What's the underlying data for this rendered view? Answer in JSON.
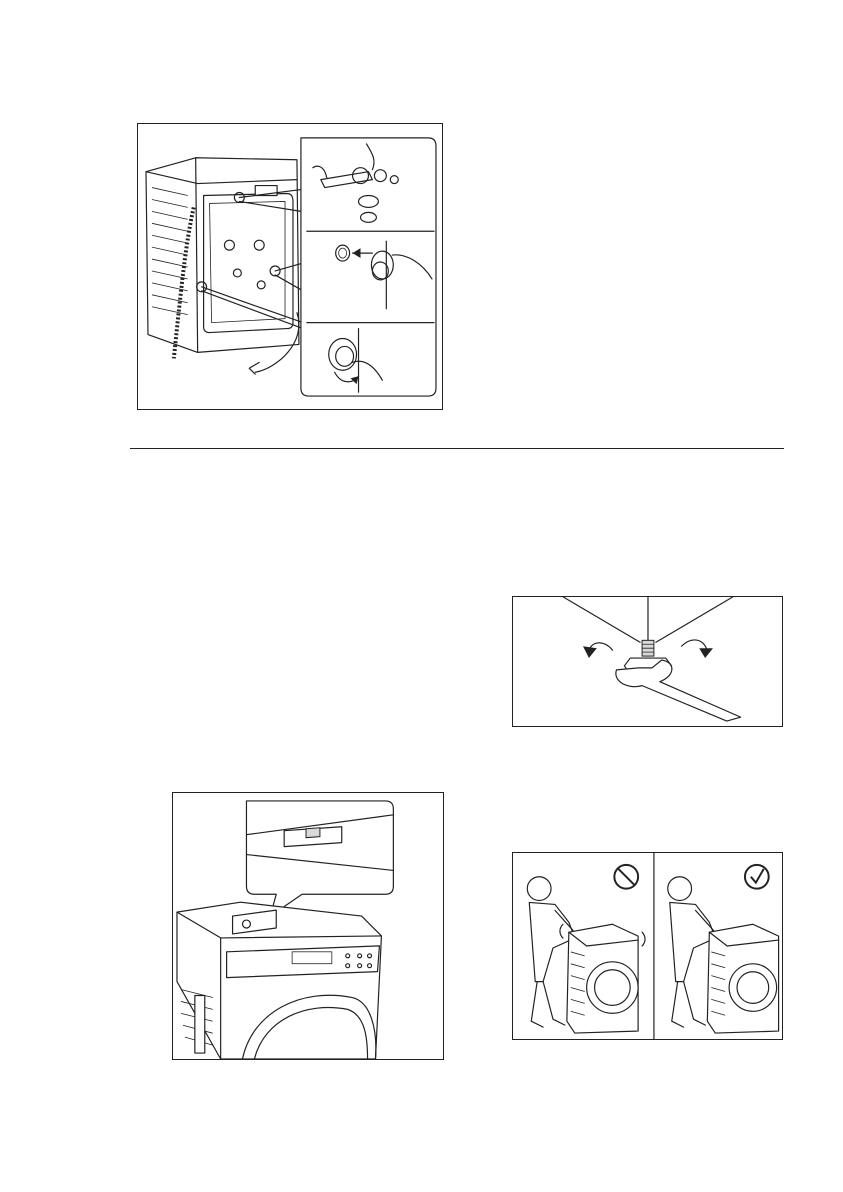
{
  "page": {
    "background": "#ffffff",
    "line_color": "#222222"
  },
  "figures": [
    {
      "id": "transport-bolts",
      "icon": "washer-rear-transport-bolts-illustration"
    },
    {
      "id": "adjust-feet",
      "icon": "wrench-adjust-foot-illustration"
    },
    {
      "id": "level-check",
      "icon": "spirit-level-on-washer-illustration"
    },
    {
      "id": "stability-check",
      "icons": [
        "prohibited-icon",
        "check-icon"
      ]
    }
  ]
}
